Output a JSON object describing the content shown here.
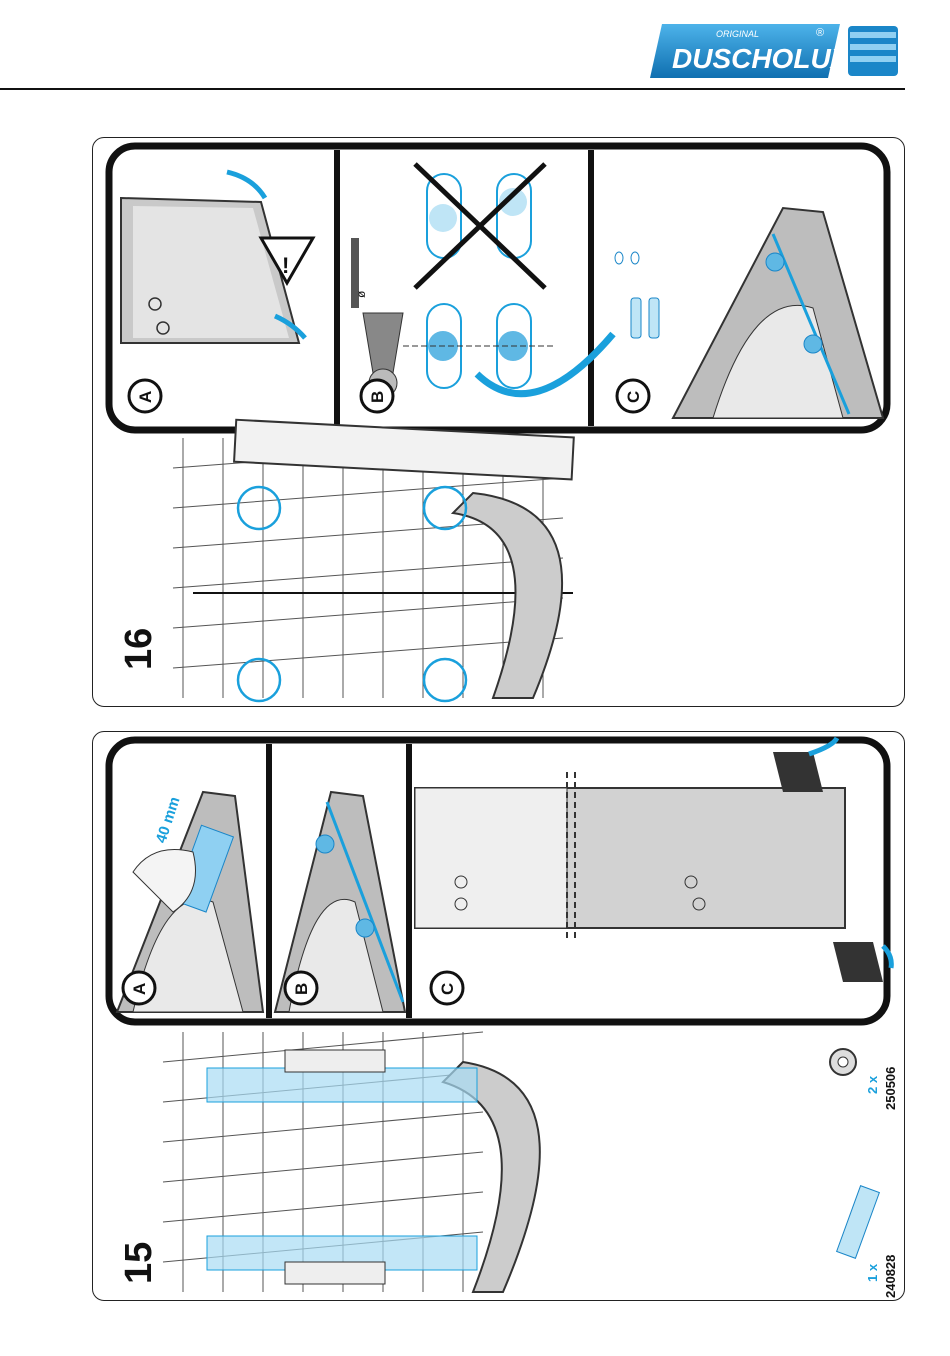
{
  "brand": {
    "small": "ORIGINAL",
    "name": "DUSCHOLUX",
    "mark": "®"
  },
  "colors": {
    "accent": "#1aa0dc",
    "dark": "#111111",
    "logo_blue": "#1a86c8"
  },
  "step16": {
    "number": "16",
    "insets": [
      {
        "label": "A",
        "icon": "warning-triangle-icon"
      },
      {
        "label": "B",
        "icon": "drill-icon",
        "drill_symbol": "ø"
      },
      {
        "label": "C",
        "icon": "wall-plug-icon"
      }
    ]
  },
  "step15": {
    "number": "15",
    "insets": [
      {
        "label": "A",
        "measure": "40 mm"
      },
      {
        "label": "B"
      },
      {
        "label": "C"
      }
    ],
    "parts": [
      {
        "qty": "1 x",
        "code": "240828",
        "icon": "spacer-comb-icon"
      },
      {
        "qty": "2 x",
        "code": "250506",
        "icon": "washer-icon"
      }
    ]
  }
}
